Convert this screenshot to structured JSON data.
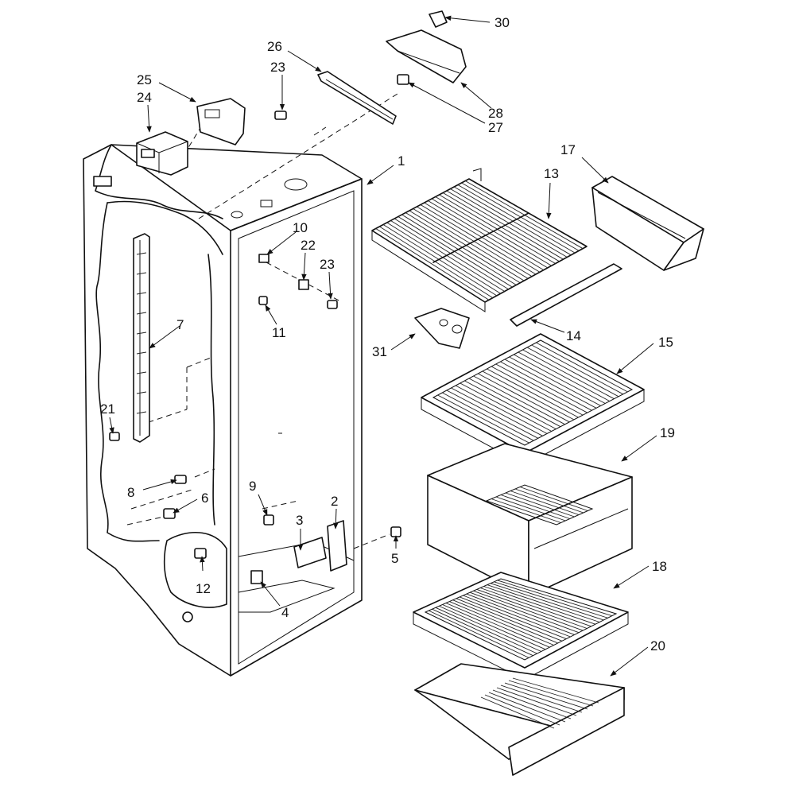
{
  "diagram": {
    "background": "#ffffff",
    "ink": "#111111",
    "callouts": [
      {
        "id": "1",
        "label": "1"
      },
      {
        "id": "2",
        "label": "2"
      },
      {
        "id": "3",
        "label": "3"
      },
      {
        "id": "4",
        "label": "4"
      },
      {
        "id": "5",
        "label": "5"
      },
      {
        "id": "6",
        "label": "6"
      },
      {
        "id": "7",
        "label": "7"
      },
      {
        "id": "8",
        "label": "8"
      },
      {
        "id": "9",
        "label": "9"
      },
      {
        "id": "10",
        "label": "10"
      },
      {
        "id": "11",
        "label": "11"
      },
      {
        "id": "12",
        "label": "12"
      },
      {
        "id": "13",
        "label": "13"
      },
      {
        "id": "14",
        "label": "14"
      },
      {
        "id": "15",
        "label": "15"
      },
      {
        "id": "17",
        "label": "17"
      },
      {
        "id": "18",
        "label": "18"
      },
      {
        "id": "19",
        "label": "19"
      },
      {
        "id": "20",
        "label": "20"
      },
      {
        "id": "21",
        "label": "21"
      },
      {
        "id": "22",
        "label": "22"
      },
      {
        "id": "23a",
        "label": "23"
      },
      {
        "id": "23b",
        "label": "23"
      },
      {
        "id": "24",
        "label": "24"
      },
      {
        "id": "25",
        "label": "25"
      },
      {
        "id": "26",
        "label": "26"
      },
      {
        "id": "27",
        "label": "27"
      },
      {
        "id": "28",
        "label": "28"
      },
      {
        "id": "30",
        "label": "30"
      },
      {
        "id": "31",
        "label": "31"
      }
    ]
  }
}
